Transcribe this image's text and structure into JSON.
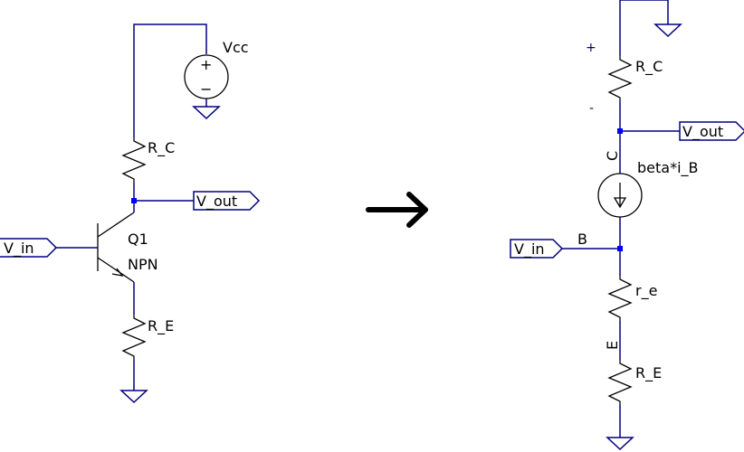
{
  "colors": {
    "wire": "#000080",
    "junction": "#0000ff",
    "component": "#000000",
    "arrow": "#000000",
    "background": "#ffffff"
  },
  "left_circuit": {
    "source_label": "Vcc",
    "source_plus": "+",
    "source_minus": "−",
    "collector_resistor": "R_C",
    "emitter_resistor": "R_E",
    "transistor_name": "Q1",
    "transistor_type": "NPN",
    "input_flag": "V_in",
    "output_flag": "V_out"
  },
  "transform_arrow": "➔",
  "right_circuit": {
    "plus_sign": "+",
    "minus_sign": "-",
    "collector_resistor": "R_C",
    "output_flag": "V_out",
    "collector_node": "C",
    "current_source": "beta*i_B",
    "input_flag": "V_in",
    "base_node": "B",
    "emitter_resistance": "r_e",
    "emitter_node": "E",
    "emitter_resistor": "R_E"
  }
}
